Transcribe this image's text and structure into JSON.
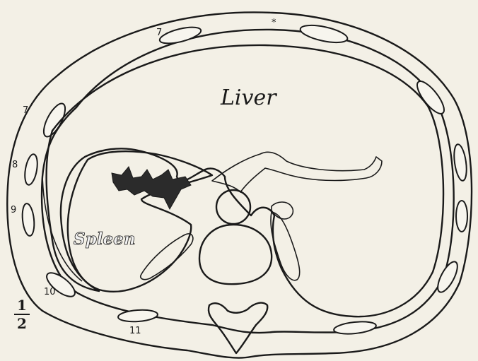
{
  "labels": {
    "liver": "Liver",
    "spleen": "Spleen",
    "asterisk": "*",
    "scale_numerator": "1",
    "scale_denominator": "2"
  },
  "rib_numbers": {
    "r7_top": "7",
    "r7_left": "7",
    "r8": "8",
    "r9": "9",
    "r10": "10",
    "r11": "11"
  },
  "colors": {
    "background": "#f3f0e6",
    "ink": "#1a1a1a",
    "liver_shade": "#dcdcd6",
    "spleen_shade": "#a9a9a4",
    "vessel": "#2b2b2b"
  }
}
